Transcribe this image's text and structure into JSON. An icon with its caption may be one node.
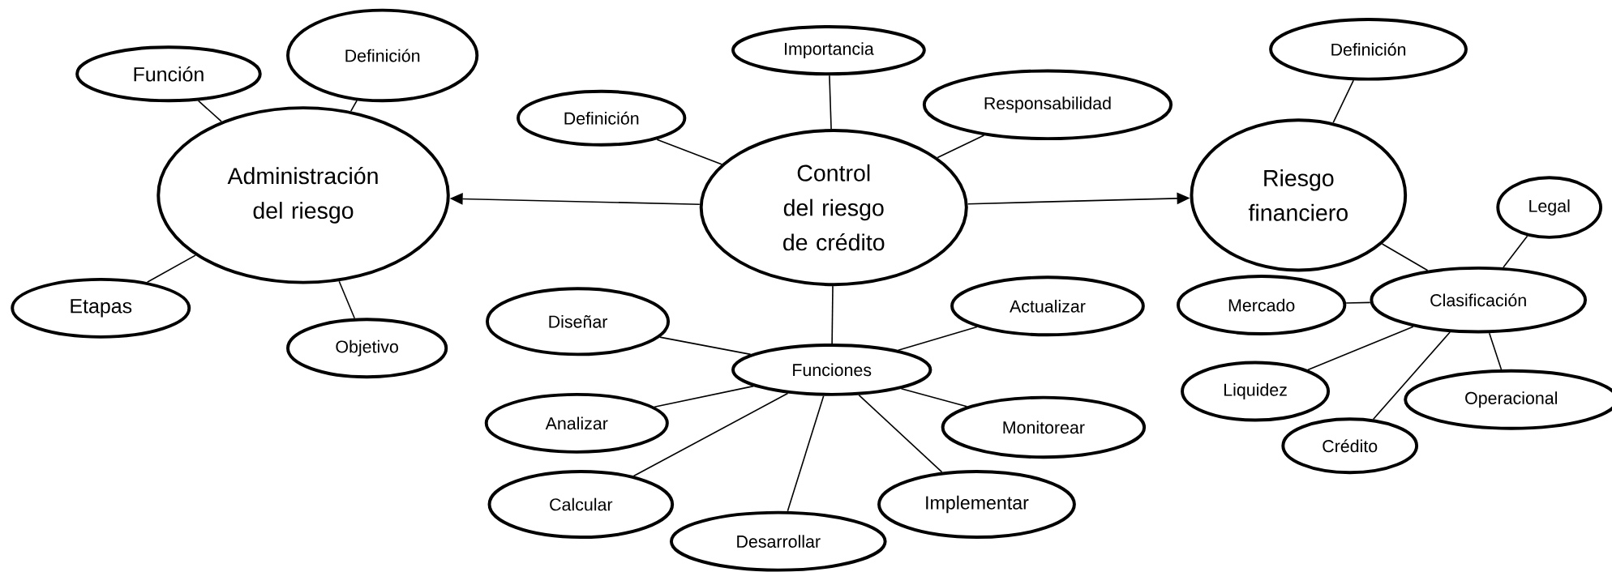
{
  "diagram": {
    "nodes": [
      {
        "text": [
          "Control del riesgo de crédito"
        ]
      },
      {
        "text": [
          "Administración del riesgo"
        ]
      },
      {
        "text": [
          "Función"
        ]
      },
      {
        "text": [
          "Definición"
        ]
      },
      {
        "text": [
          "Etapas"
        ]
      },
      {
        "text": [
          "Objetivo"
        ]
      },
      {
        "text": [
          "Definición"
        ]
      },
      {
        "text": [
          "Importancia"
        ]
      },
      {
        "text": [
          "Responsabilidad"
        ]
      },
      {
        "text": [
          "Funciones"
        ]
      },
      {
        "text": [
          "Diseñar"
        ]
      },
      {
        "text": [
          "Analizar"
        ]
      },
      {
        "text": [
          "Calcular"
        ]
      },
      {
        "text": [
          "Desarrollar"
        ]
      },
      {
        "text": [
          "Implementar"
        ]
      },
      {
        "text": [
          "Monitorear"
        ]
      },
      {
        "text": [
          "Actualizar"
        ]
      },
      {
        "text": [
          "Riesgo financiero"
        ]
      },
      {
        "text": [
          "Definición"
        ]
      },
      {
        "text": [
          "Clasificación"
        ]
      },
      {
        "text": [
          "Legal"
        ]
      },
      {
        "text": [
          "Mercado"
        ]
      },
      {
        "text": [
          "Liquidez"
        ]
      },
      {
        "text": [
          "Crédito"
        ]
      },
      {
        "text": [
          "Operacional"
        ]
      }
    ],
    "edges": [
      {
        "from": 0,
        "to": 1,
        "arrow": "to"
      },
      {
        "from": 0,
        "to": 17,
        "arrow": "to"
      },
      {
        "from": 1,
        "to": 2,
        "arrow": "none"
      },
      {
        "from": 1,
        "to": 3,
        "arrow": "none"
      },
      {
        "from": 1,
        "to": 4,
        "arrow": "none"
      },
      {
        "from": 1,
        "to": 5,
        "arrow": "none"
      },
      {
        "from": 0,
        "to": 6,
        "arrow": "none"
      },
      {
        "from": 0,
        "to": 7,
        "arrow": "none"
      },
      {
        "from": 0,
        "to": 8,
        "arrow": "none"
      },
      {
        "from": 0,
        "to": 9,
        "arrow": "none"
      },
      {
        "from": 9,
        "to": 10,
        "arrow": "none"
      },
      {
        "from": 9,
        "to": 11,
        "arrow": "none"
      },
      {
        "from": 9,
        "to": 12,
        "arrow": "none"
      },
      {
        "from": 9,
        "to": 13,
        "arrow": "none"
      },
      {
        "from": 9,
        "to": 14,
        "arrow": "none"
      },
      {
        "from": 9,
        "to": 15,
        "arrow": "none"
      },
      {
        "from": 9,
        "to": 16,
        "arrow": "none"
      },
      {
        "from": 17,
        "to": 18,
        "arrow": "none"
      },
      {
        "from": 17,
        "to": 19,
        "arrow": "none"
      },
      {
        "from": 19,
        "to": 20,
        "arrow": "none"
      },
      {
        "from": 19,
        "to": 21,
        "arrow": "none"
      },
      {
        "from": 19,
        "to": 22,
        "arrow": "none"
      },
      {
        "from": 19,
        "to": 23,
        "arrow": "none"
      },
      {
        "from": 19,
        "to": 24,
        "arrow": "none"
      }
    ]
  }
}
